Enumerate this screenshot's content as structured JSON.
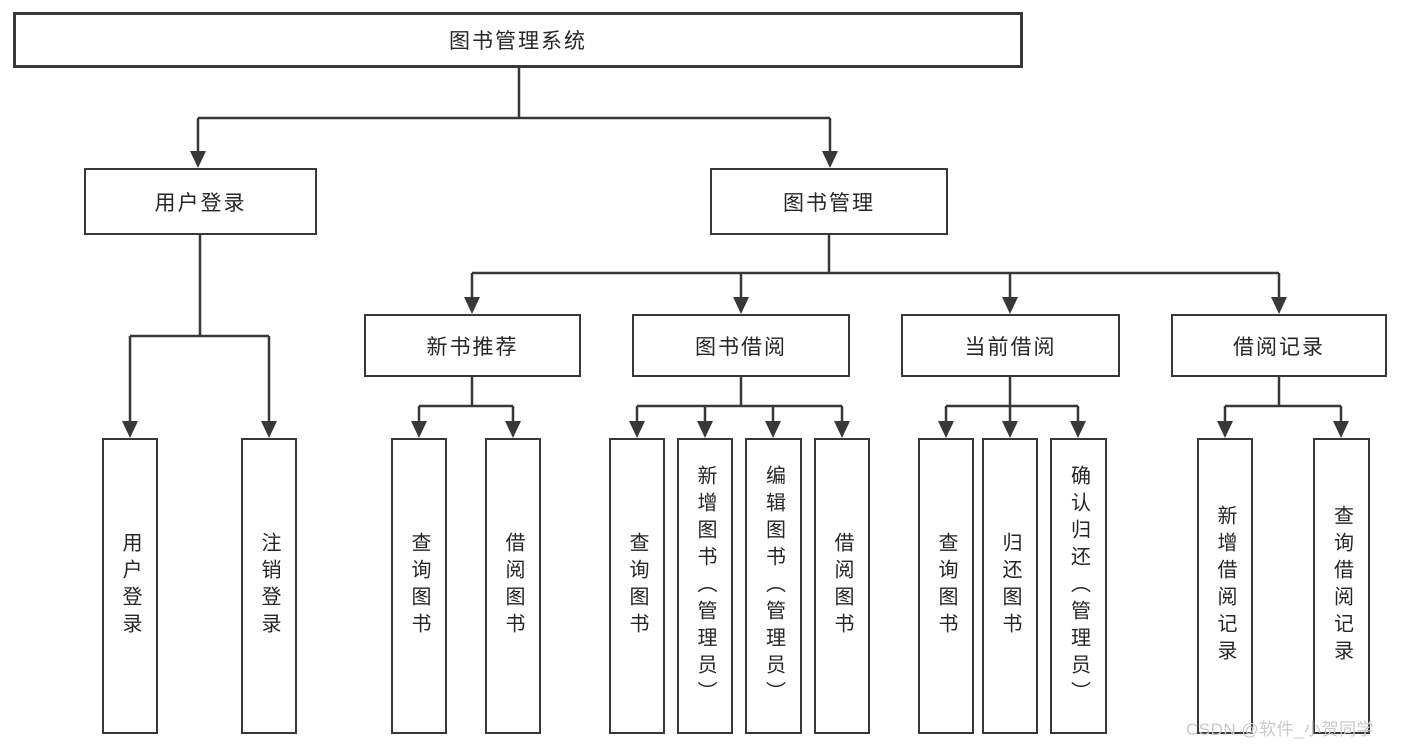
{
  "colors": {
    "line": "#383838",
    "box_border": "#383838",
    "text": "#262626",
    "background": "#ffffff",
    "watermark": "#c9c9cc"
  },
  "watermark": {
    "text": "CSDN @软件_小贺同学"
  },
  "tree": {
    "root": {
      "label": "图书管理系统"
    },
    "level2": [
      {
        "id": "user-login",
        "label": "用户登录"
      },
      {
        "id": "book-management",
        "label": "图书管理"
      }
    ],
    "level3": [
      {
        "id": "new-book-recommend",
        "label": "新书推荐",
        "parent": "图书管理"
      },
      {
        "id": "book-borrowing",
        "label": "图书借阅",
        "parent": "图书管理"
      },
      {
        "id": "current-borrowing",
        "label": "当前借阅",
        "parent": "图书管理"
      },
      {
        "id": "borrowing-records",
        "label": "借阅记录",
        "parent": "图书管理"
      }
    ],
    "leaves": [
      {
        "label": "用户登录",
        "parent": "用户登录"
      },
      {
        "label": "注销登录",
        "parent": "用户登录"
      },
      {
        "label": "查询图书",
        "parent": "新书推荐"
      },
      {
        "label": "借阅图书",
        "parent": "新书推荐"
      },
      {
        "label": "查询图书",
        "parent": "图书借阅"
      },
      {
        "label": "新增图书（管理员）",
        "parent": "图书借阅"
      },
      {
        "label": "编辑图书（管理员）",
        "parent": "图书借阅"
      },
      {
        "label": "借阅图书",
        "parent": "图书借阅"
      },
      {
        "label": "查询图书",
        "parent": "当前借阅"
      },
      {
        "label": "归还图书",
        "parent": "当前借阅"
      },
      {
        "label": "确认归还（管理员）",
        "parent": "当前借阅"
      },
      {
        "label": "新增借阅记录",
        "parent": "借阅记录"
      },
      {
        "label": "查询借阅记录",
        "parent": "借阅记录"
      }
    ]
  }
}
